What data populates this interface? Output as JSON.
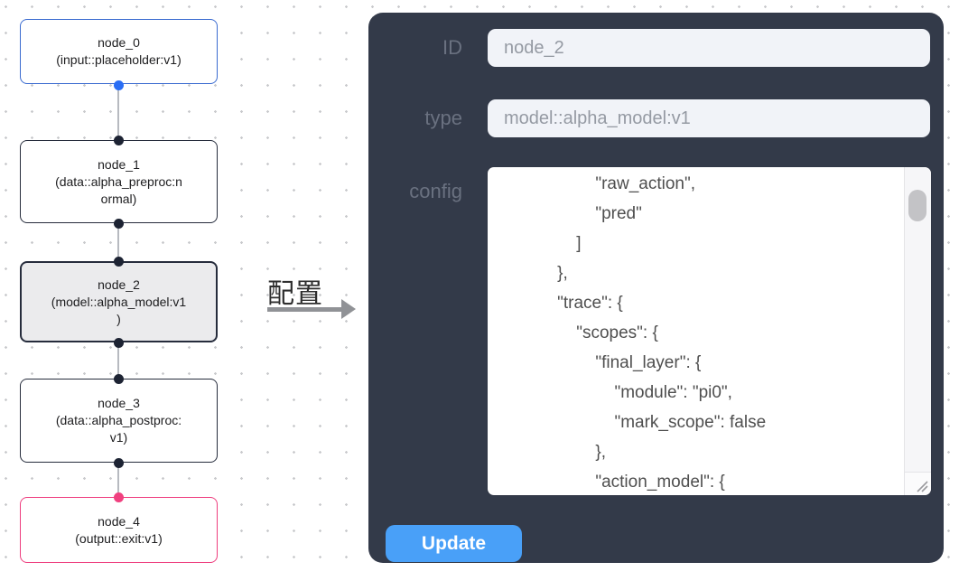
{
  "colors": {
    "panel-bg": "#333a49",
    "input-bg": "#f1f3f8",
    "input-text": "#959aa3",
    "label": "#6a7180",
    "button": "#49a0f8",
    "button-text": "#ffffff",
    "node-blue": "#3a6bd0",
    "node-pink": "#ee3d7e",
    "node-dark": "#262c3c",
    "node-selected-bg": "#ebebed",
    "port-blue": "#2a6ef5",
    "port-dark": "#1d2333",
    "port-pink": "#f0407f",
    "edge": "#b7bac0",
    "dot": "#c9cacd",
    "config-text": "#4f4f4f",
    "cjk-text": "#2e2e2e",
    "arrow": "#909296"
  },
  "graph": {
    "nodes": [
      {
        "id": "node_0",
        "accent": "blue",
        "selected": false,
        "lines": [
          "node_0",
          "(input::placeholder:v1)"
        ]
      },
      {
        "id": "node_1",
        "accent": "dark",
        "selected": false,
        "lines": [
          "node_1",
          "(data::alpha_preproc:n",
          "ormal)"
        ]
      },
      {
        "id": "node_2",
        "accent": "dark",
        "selected": true,
        "lines": [
          "node_2",
          "(model::alpha_model:v1",
          ")"
        ]
      },
      {
        "id": "node_3",
        "accent": "dark",
        "selected": false,
        "lines": [
          "node_3",
          "(data::alpha_postproc:",
          "v1)"
        ]
      },
      {
        "id": "node_4",
        "accent": "pink",
        "selected": false,
        "lines": [
          "node_4",
          "(output::exit:v1)"
        ]
      }
    ]
  },
  "transition": {
    "label": "配置"
  },
  "panel": {
    "fields": [
      {
        "label": "ID",
        "value": "node_2"
      },
      {
        "label": "type",
        "value": "model::alpha_model:v1"
      }
    ],
    "config_label": "config",
    "config_lines": [
      "            \"raw_action\",",
      "            \"pred\"",
      "        ]",
      "    },",
      "    \"trace\": {",
      "        \"scopes\": {",
      "            \"final_layer\": {",
      "                \"module\": \"pi0\",",
      "                \"mark_scope\": false",
      "            },",
      "            \"action_model\": {"
    ],
    "update_label": "Update"
  }
}
